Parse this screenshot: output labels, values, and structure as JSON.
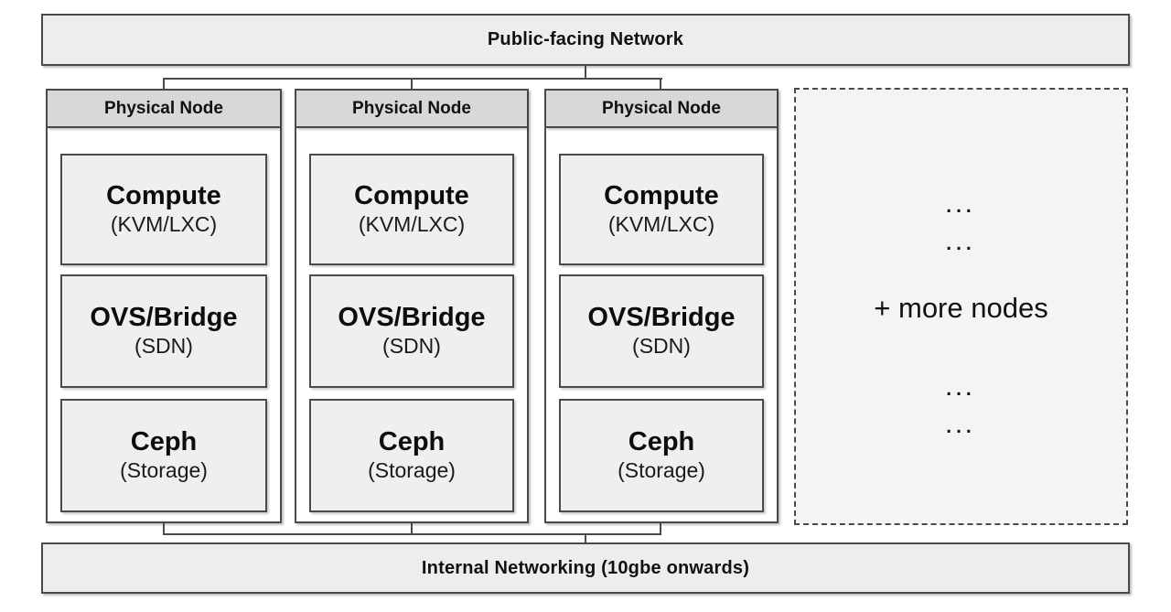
{
  "diagram": {
    "top_bar": {
      "label": "Public-facing Network"
    },
    "bottom_bar": {
      "label": "Internal Networking (10gbe onwards)"
    },
    "nodes": [
      {
        "header": "Physical Node",
        "boxes": [
          {
            "title": "Compute",
            "subtitle": "(KVM/LXC)"
          },
          {
            "title": "OVS/Bridge",
            "subtitle": "(SDN)"
          },
          {
            "title": "Ceph",
            "subtitle": "(Storage)"
          }
        ]
      },
      {
        "header": "Physical Node",
        "boxes": [
          {
            "title": "Compute",
            "subtitle": "(KVM/LXC)"
          },
          {
            "title": "OVS/Bridge",
            "subtitle": "(SDN)"
          },
          {
            "title": "Ceph",
            "subtitle": "(Storage)"
          }
        ]
      },
      {
        "header": "Physical Node",
        "boxes": [
          {
            "title": "Compute",
            "subtitle": "(KVM/LXC)"
          },
          {
            "title": "OVS/Bridge",
            "subtitle": "(SDN)"
          },
          {
            "title": "Ceph",
            "subtitle": "(Storage)"
          }
        ]
      }
    ],
    "more_nodes": {
      "ellipsis": "...",
      "label": "+ more nodes"
    },
    "colors": {
      "canvas_bg": "#ffffff",
      "bar_fill": "#ededed",
      "header_fill": "#d8d8d8",
      "node_fill": "#ffffff",
      "inner_fill": "#f0efed",
      "dashed_fill": "#f4f4f4",
      "border_color": "#4a4a4a",
      "text_color": "#111111"
    }
  }
}
